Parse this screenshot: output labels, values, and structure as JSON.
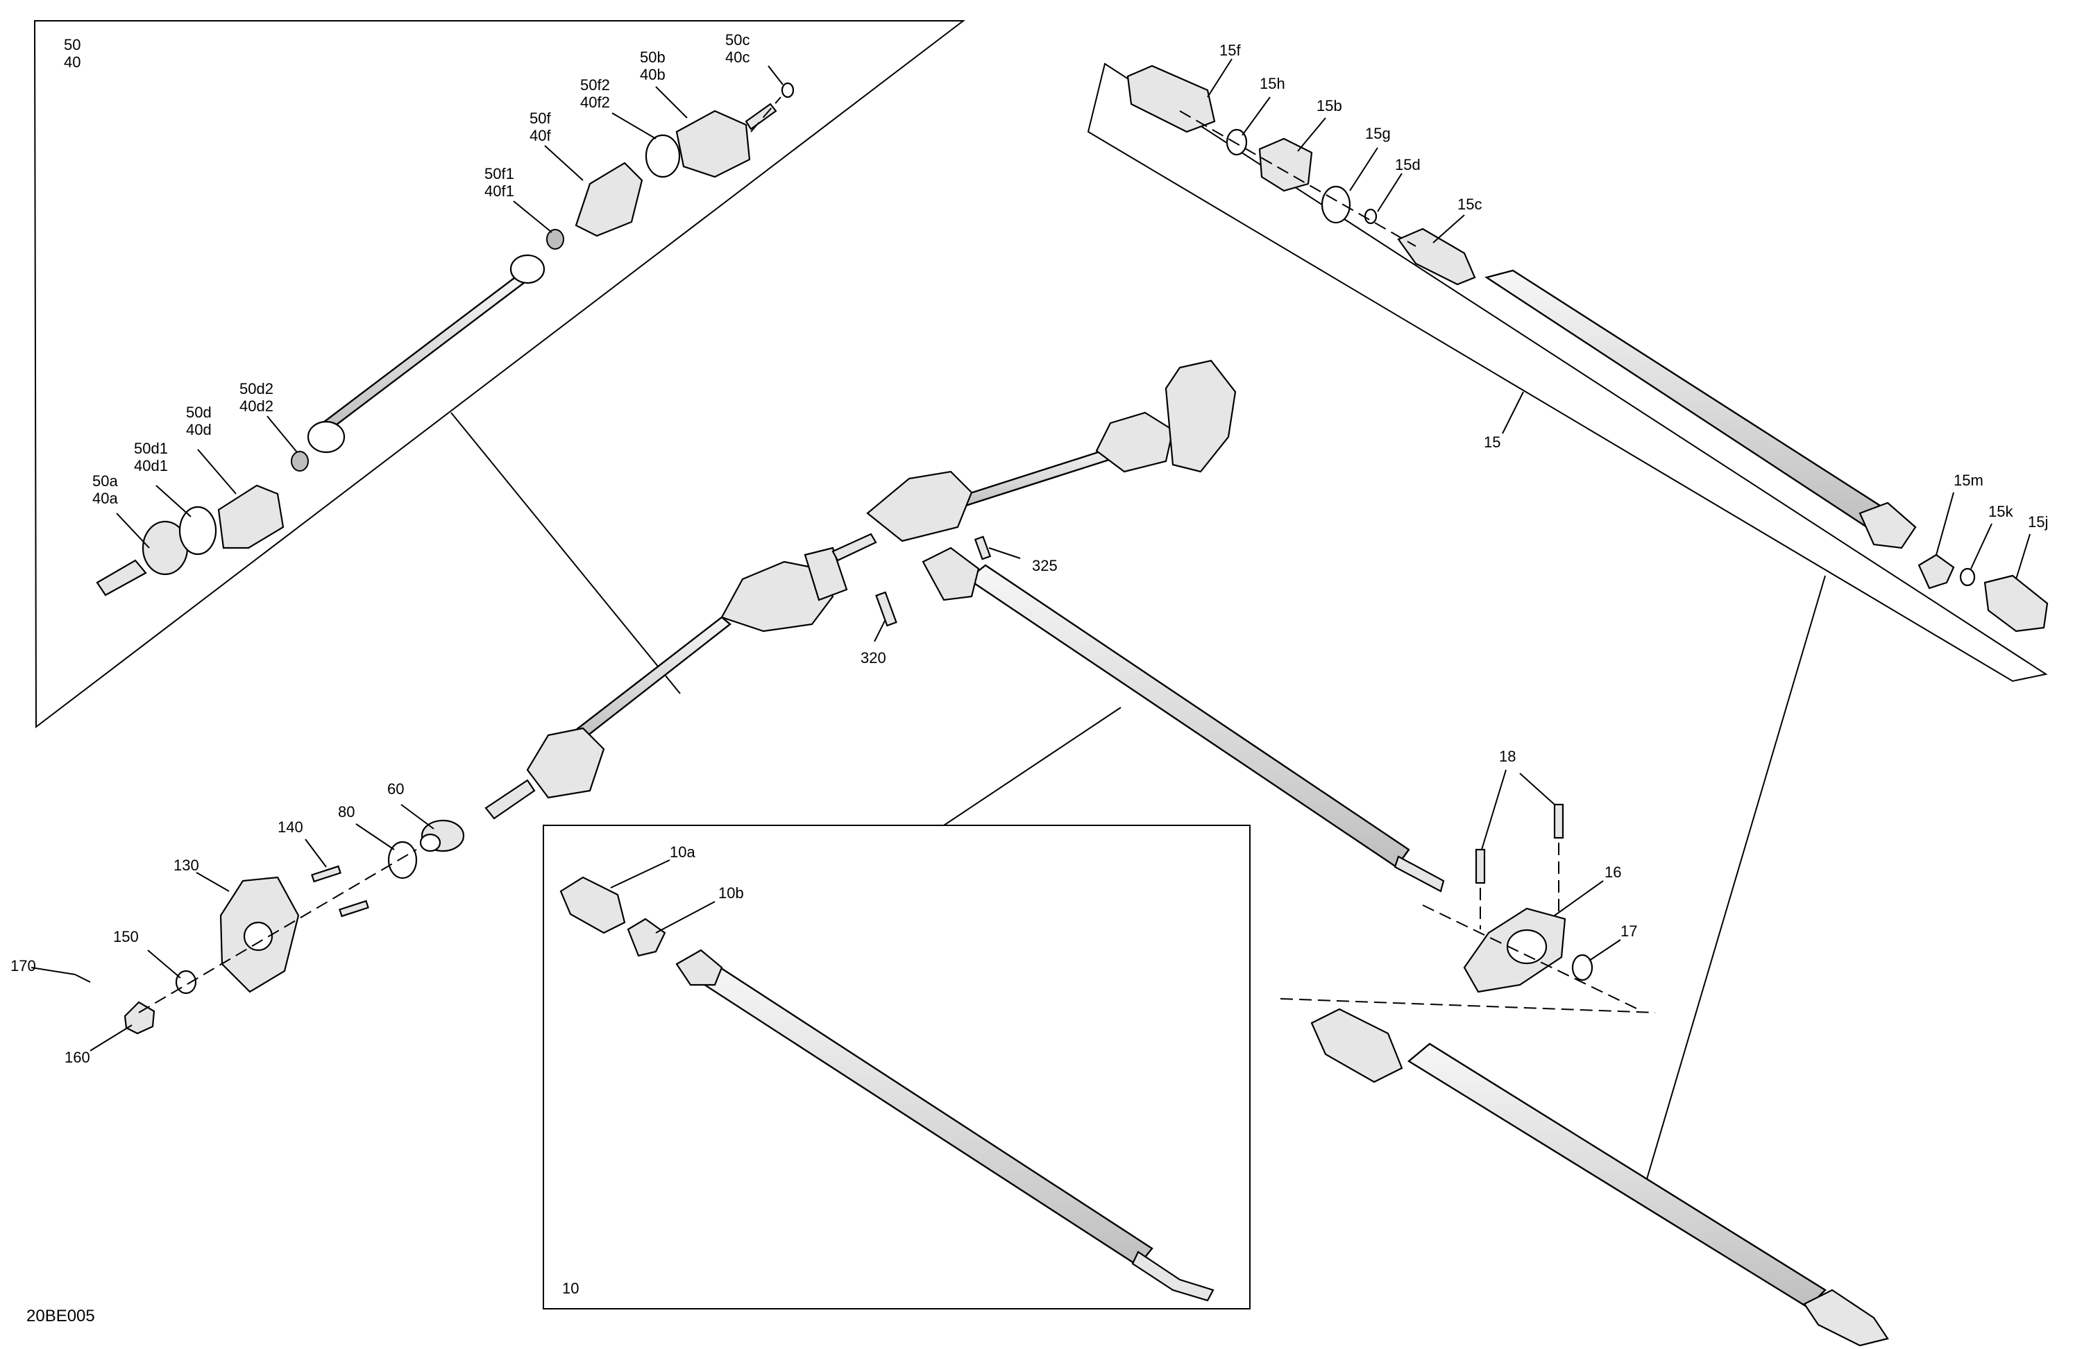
{
  "diagram": {
    "code": "20BE005",
    "callouts": {
      "c50": "50",
      "c40": "40",
      "c50c": "50c",
      "c40c": "40c",
      "c50b": "50b",
      "c40b": "40b",
      "c50f2": "50f2",
      "c40f2": "40f2",
      "c50f": "50f",
      "c40f": "40f",
      "c50f1": "50f1",
      "c40f1": "40f1",
      "c50d2": "50d2",
      "c40d2": "40d2",
      "c50d": "50d",
      "c40d": "40d",
      "c50d1": "50d1",
      "c40d1": "40d1",
      "c50a": "50a",
      "c40a": "40a",
      "c15f": "15f",
      "c15h": "15h",
      "c15b": "15b",
      "c15g": "15g",
      "c15d": "15d",
      "c15c": "15c",
      "c15": "15",
      "c15m": "15m",
      "c15k": "15k",
      "c15j": "15j",
      "c325": "325",
      "c320": "320",
      "c60": "60",
      "c80": "80",
      "c140": "140",
      "c130": "130",
      "c150": "150",
      "c170": "170",
      "c160": "160",
      "c10a": "10a",
      "c10b": "10b",
      "c10": "10",
      "c18": "18",
      "c16": "16",
      "c17": "17"
    }
  }
}
